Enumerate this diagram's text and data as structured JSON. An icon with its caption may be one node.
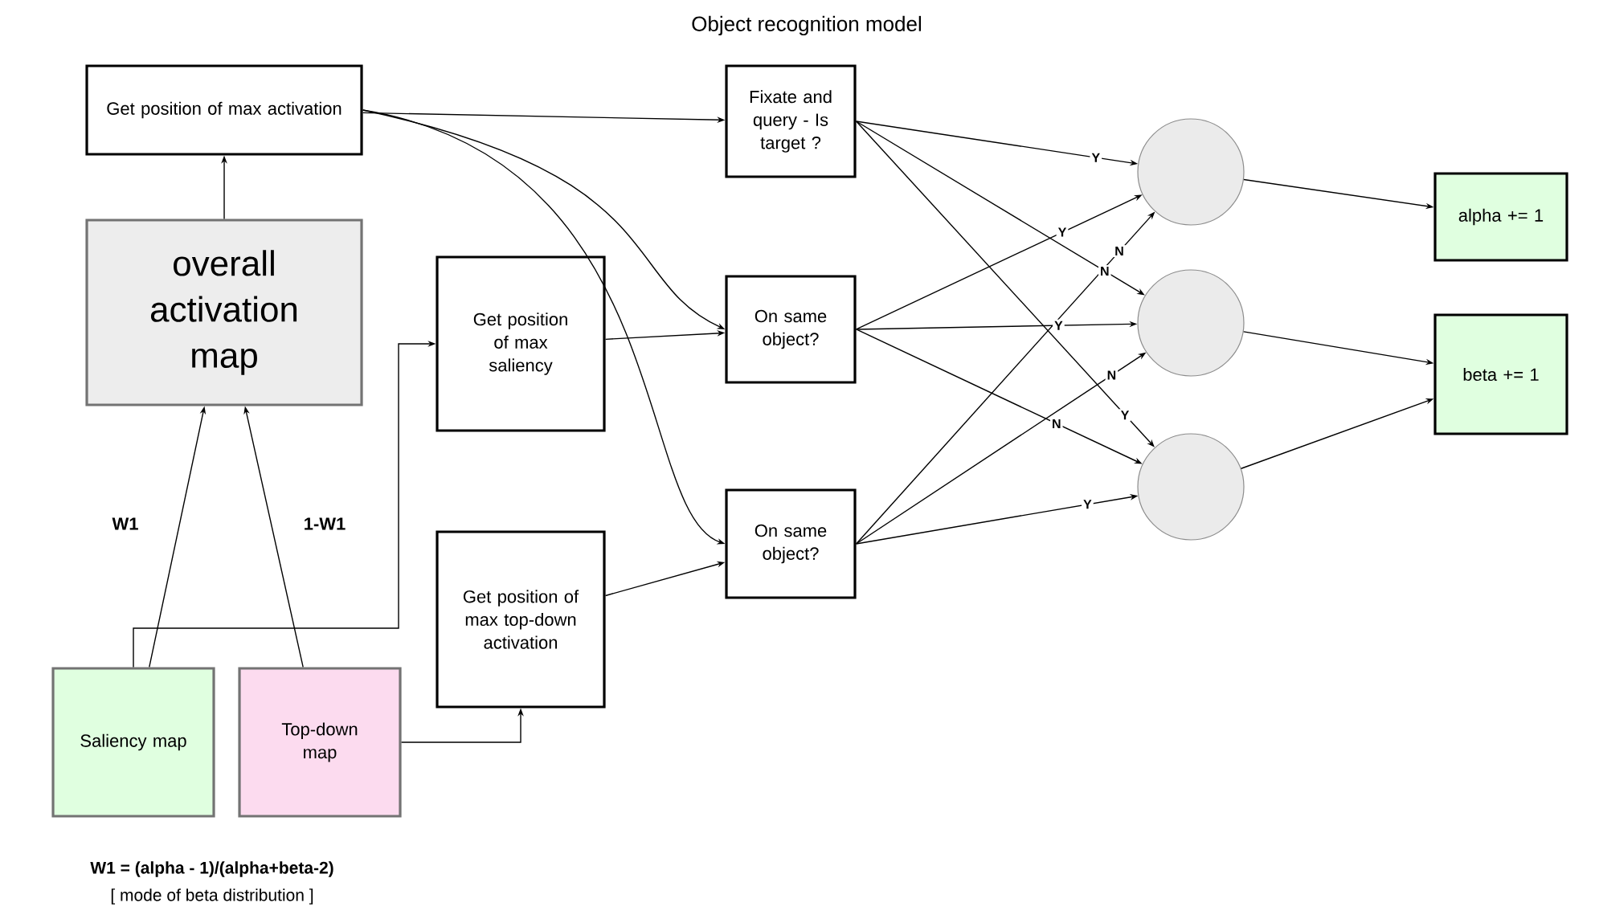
{
  "diagram": {
    "title": "Object recognition model",
    "nodes": [
      {
        "text": [
          "Get position of max activation"
        ]
      },
      {
        "text": [
          "overall activation map"
        ]
      },
      {
        "text": [
          "Get position of max saliency"
        ]
      },
      {
        "text": [
          "Fixate and query - Is target ?"
        ]
      },
      {
        "text": [
          "On same object?"
        ]
      },
      {
        "text": [
          "On same object?"
        ]
      },
      {
        "text": [
          "Saliency map"
        ]
      },
      {
        "text": [
          "Top-down map"
        ]
      },
      {
        "text": [
          "Get position of max top-down activation"
        ]
      },
      {
        "text": [],
        "shape": "circle"
      },
      {
        "text": [],
        "shape": "circle"
      },
      {
        "text": [],
        "shape": "circle"
      },
      {
        "text": [
          "alpha += 1"
        ]
      },
      {
        "text": [
          "beta += 1"
        ]
      }
    ],
    "edges": [
      {
        "from": 1,
        "to": 0,
        "arrow": "to"
      },
      {
        "from": 6,
        "to": 1,
        "arrow": "to",
        "label": "W1"
      },
      {
        "from": 7,
        "to": 1,
        "arrow": "to",
        "label": "1-W1"
      },
      {
        "from": 6,
        "to": 2,
        "arrow": "to"
      },
      {
        "from": 7,
        "to": 8,
        "arrow": "to"
      },
      {
        "from": 0,
        "to": 3,
        "arrow": "to"
      },
      {
        "from": 0,
        "to": 4,
        "arrow": "to"
      },
      {
        "from": 0,
        "to": 5,
        "arrow": "to"
      },
      {
        "from": 2,
        "to": 4,
        "arrow": "to"
      },
      {
        "from": 8,
        "to": 5,
        "arrow": "to"
      },
      {
        "from": 3,
        "to": 9,
        "arrow": "to",
        "label": "Y"
      },
      {
        "from": 4,
        "to": 9,
        "arrow": "to",
        "label": "Y"
      },
      {
        "from": 5,
        "to": 9,
        "arrow": "to",
        "label": "N"
      },
      {
        "from": 3,
        "to": 10,
        "arrow": "to",
        "label": "N"
      },
      {
        "from": 4,
        "to": 10,
        "arrow": "to",
        "label": "Y"
      },
      {
        "from": 5,
        "to": 10,
        "arrow": "to",
        "label": "N"
      },
      {
        "from": 3,
        "to": 11,
        "arrow": "to",
        "label": "Y"
      },
      {
        "from": 4,
        "to": 11,
        "arrow": "to",
        "label": "N"
      },
      {
        "from": 5,
        "to": 11,
        "arrow": "to",
        "label": "Y"
      },
      {
        "from": 9,
        "to": 12,
        "arrow": "to"
      },
      {
        "from": 10,
        "to": 13,
        "arrow": "to"
      },
      {
        "from": 11,
        "to": 13,
        "arrow": "to"
      }
    ],
    "labels": [
      "W1 = (alpha - 1)/(alpha+beta-2)",
      "[ mode of beta distribution ]"
    ]
  }
}
